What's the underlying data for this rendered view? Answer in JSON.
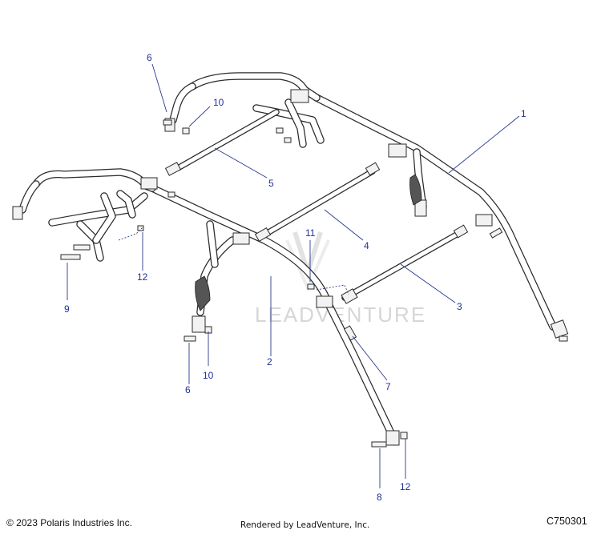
{
  "callouts": [
    {
      "id": "1",
      "label": "1"
    },
    {
      "id": "2",
      "label": "2"
    },
    {
      "id": "3",
      "label": "3"
    },
    {
      "id": "4",
      "label": "4"
    },
    {
      "id": "5",
      "label": "5"
    },
    {
      "id": "6a",
      "label": "6"
    },
    {
      "id": "6b",
      "label": "6"
    },
    {
      "id": "7",
      "label": "7"
    },
    {
      "id": "8",
      "label": "8"
    },
    {
      "id": "9",
      "label": "9"
    },
    {
      "id": "10a",
      "label": "10"
    },
    {
      "id": "10b",
      "label": "10"
    },
    {
      "id": "11",
      "label": "11"
    },
    {
      "id": "12a",
      "label": "12"
    },
    {
      "id": "12b",
      "label": "12"
    }
  ],
  "watermark": "LEADVENTURE",
  "footer": {
    "copyright": "© 2023 Polaris Industries Inc.",
    "rendered_by": "Rendered by LeadVenture, Inc.",
    "diagram_code": "C750301"
  },
  "colors": {
    "callout": "#1f2f99",
    "line": "#2b2b2b",
    "watermark": "#d6d6d6"
  }
}
